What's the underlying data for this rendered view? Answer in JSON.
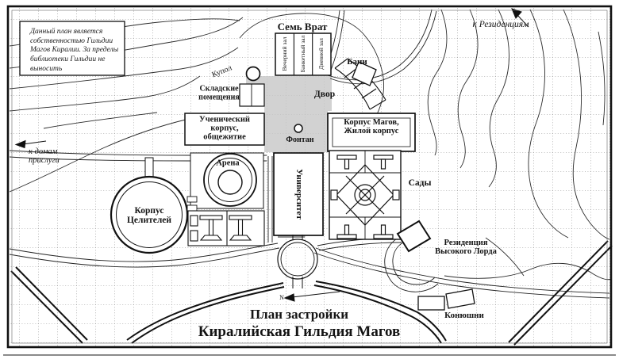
{
  "note_lines": [
    "Данный план является",
    "собственностью Гильдии",
    "Магов Киралии.",
    "За пределы библиотеки",
    "Гильдии не выносить"
  ],
  "labels": {
    "gate": "Семь Врат",
    "hall_evening": "Вечерний зал",
    "hall_banquet": "Банкетный зал",
    "hall_day": "Дневной зал",
    "baths": "Бани",
    "dome": "Купол",
    "storage_1": "Складские",
    "storage_2": "помещения",
    "dorm_1": "Ученический",
    "dorm_2": "корпус,",
    "dorm_3": "общежитие",
    "courtyard": "Двор",
    "fountain": "Фонтан",
    "mages_1": "Корпус Магов,",
    "mages_2": "Жилой корпус",
    "university": "Университет",
    "arena": "Арена",
    "healers_1": "Корпус",
    "healers_2": "Целителей",
    "gardens": "Сады",
    "residence_1": "Резиденция",
    "residence_2": "Высокого Лорда",
    "stables": "Конюшни"
  },
  "directions": {
    "to_residences": "к Резиденциям",
    "to_servants_1": "к домам",
    "to_servants_2": "прислуги"
  },
  "compass_n": "N",
  "title_1": "План застройки",
  "title_2": "Киралийская Гильдия Магов"
}
